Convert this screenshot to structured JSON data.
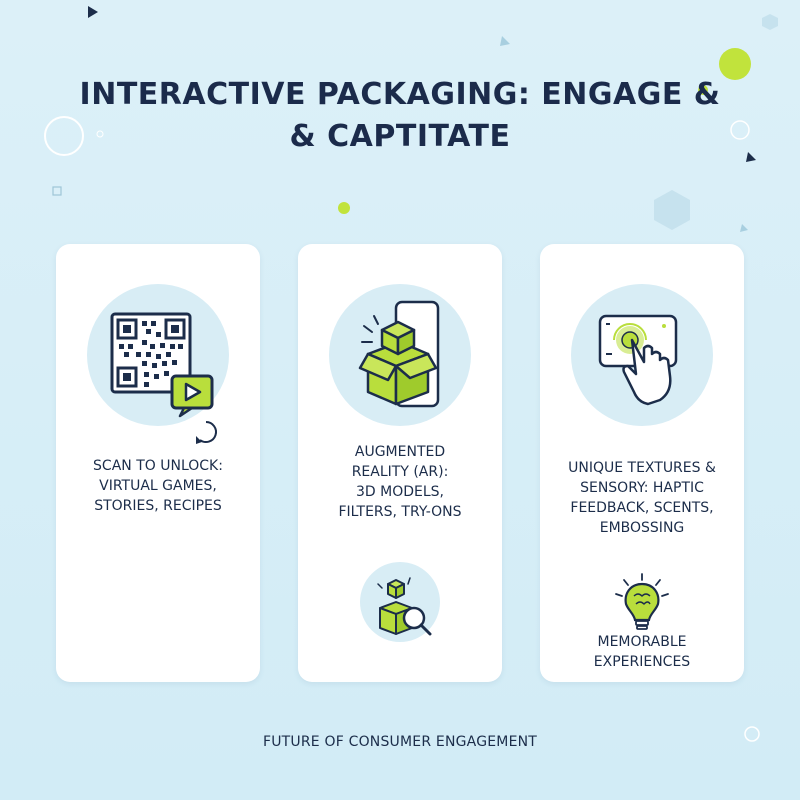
{
  "title": {
    "line1": "INTERACTIVE PACKAGING: ENGAGE &",
    "line2": "& CAPTITATE"
  },
  "cards": [
    {
      "lines": [
        "SCAN TO UNLOCK:",
        "VIRTUAL GAMES,",
        "STORIES, RECIPES"
      ],
      "icon": "qr-code-play-icon"
    },
    {
      "lines": [
        "AUGMENTED",
        "REALITY (AR):",
        "3D MODELS,",
        "FILTERS, TRY-ONS"
      ],
      "icon": "ar-box-phone-icon",
      "secondary_icon": "box-magnifier-icon"
    },
    {
      "lines": [
        "UNIQUE TEXTURES &",
        "SENSORY: HAPTIC",
        "FEEDBACK, SCENTS,",
        "EMBOSSING"
      ],
      "icon": "touch-hand-icon",
      "secondary_icon": "brain-lightbulb-icon",
      "secondary_lines": [
        "MEMORABLE",
        "EXPERIENCES"
      ]
    }
  ],
  "footer": "FUTURE OF CONSUMER ENGAGEMENT",
  "colors": {
    "background": "#d6eef7",
    "accent_green": "#b9de3c",
    "navy": "#1c2d4a",
    "card": "#ffffff",
    "icon_circle": "#d8edf5"
  }
}
